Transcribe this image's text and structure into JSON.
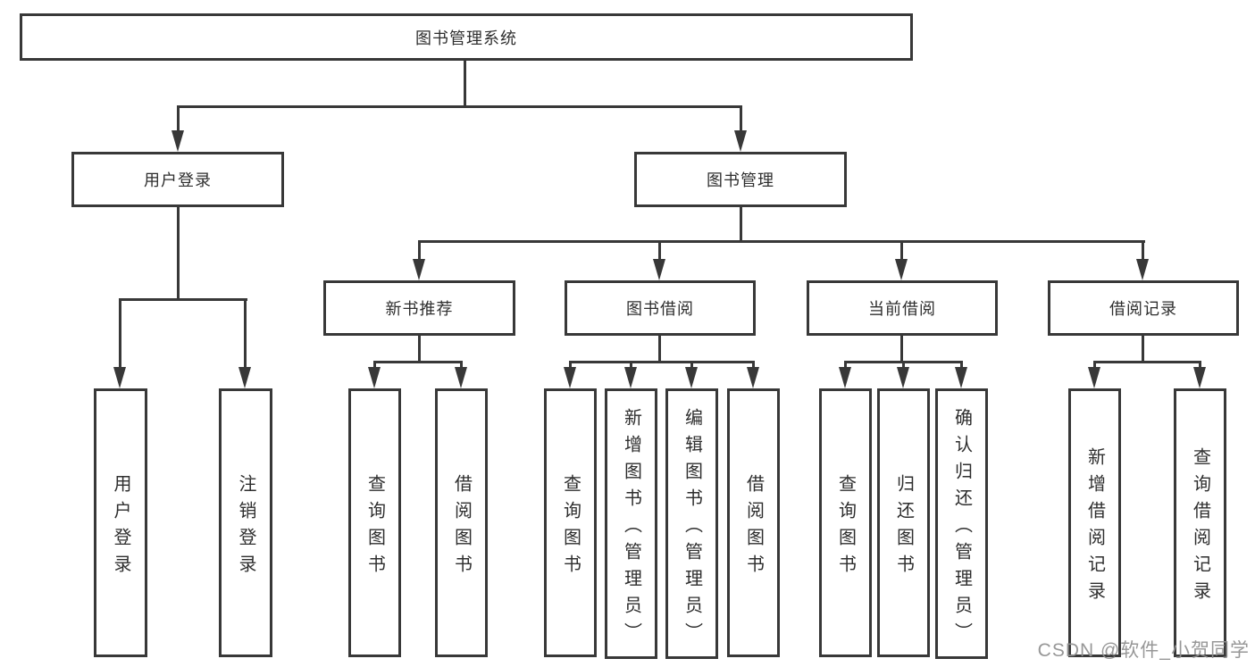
{
  "diagram": {
    "root": "图书管理系统",
    "branches": [
      {
        "label": "用户登录",
        "children": [
          {
            "label": "用户登录"
          },
          {
            "label": "注销登录"
          }
        ]
      },
      {
        "label": "图书管理",
        "children": [
          {
            "label": "新书推荐",
            "children": [
              {
                "label": "查询图书"
              },
              {
                "label": "借阅图书"
              }
            ]
          },
          {
            "label": "图书借阅",
            "children": [
              {
                "label": "查询图书"
              },
              {
                "label": "新增图书（管理员）"
              },
              {
                "label": "编辑图书（管理员）"
              },
              {
                "label": "借阅图书"
              }
            ]
          },
          {
            "label": "当前借阅",
            "children": [
              {
                "label": "查询图书"
              },
              {
                "label": "归还图书"
              },
              {
                "label": "确认归还（管理员）"
              }
            ]
          },
          {
            "label": "借阅记录",
            "children": [
              {
                "label": "新增借阅记录"
              },
              {
                "label": "查询借阅记录"
              }
            ]
          }
        ]
      }
    ]
  },
  "watermark": "CSDN @软件_小贺同学",
  "colors": {
    "line": "#383838",
    "text": "#2e2e2e",
    "box_background": "#ffffff",
    "page_background": "#ffffff",
    "watermark": "#919191"
  }
}
